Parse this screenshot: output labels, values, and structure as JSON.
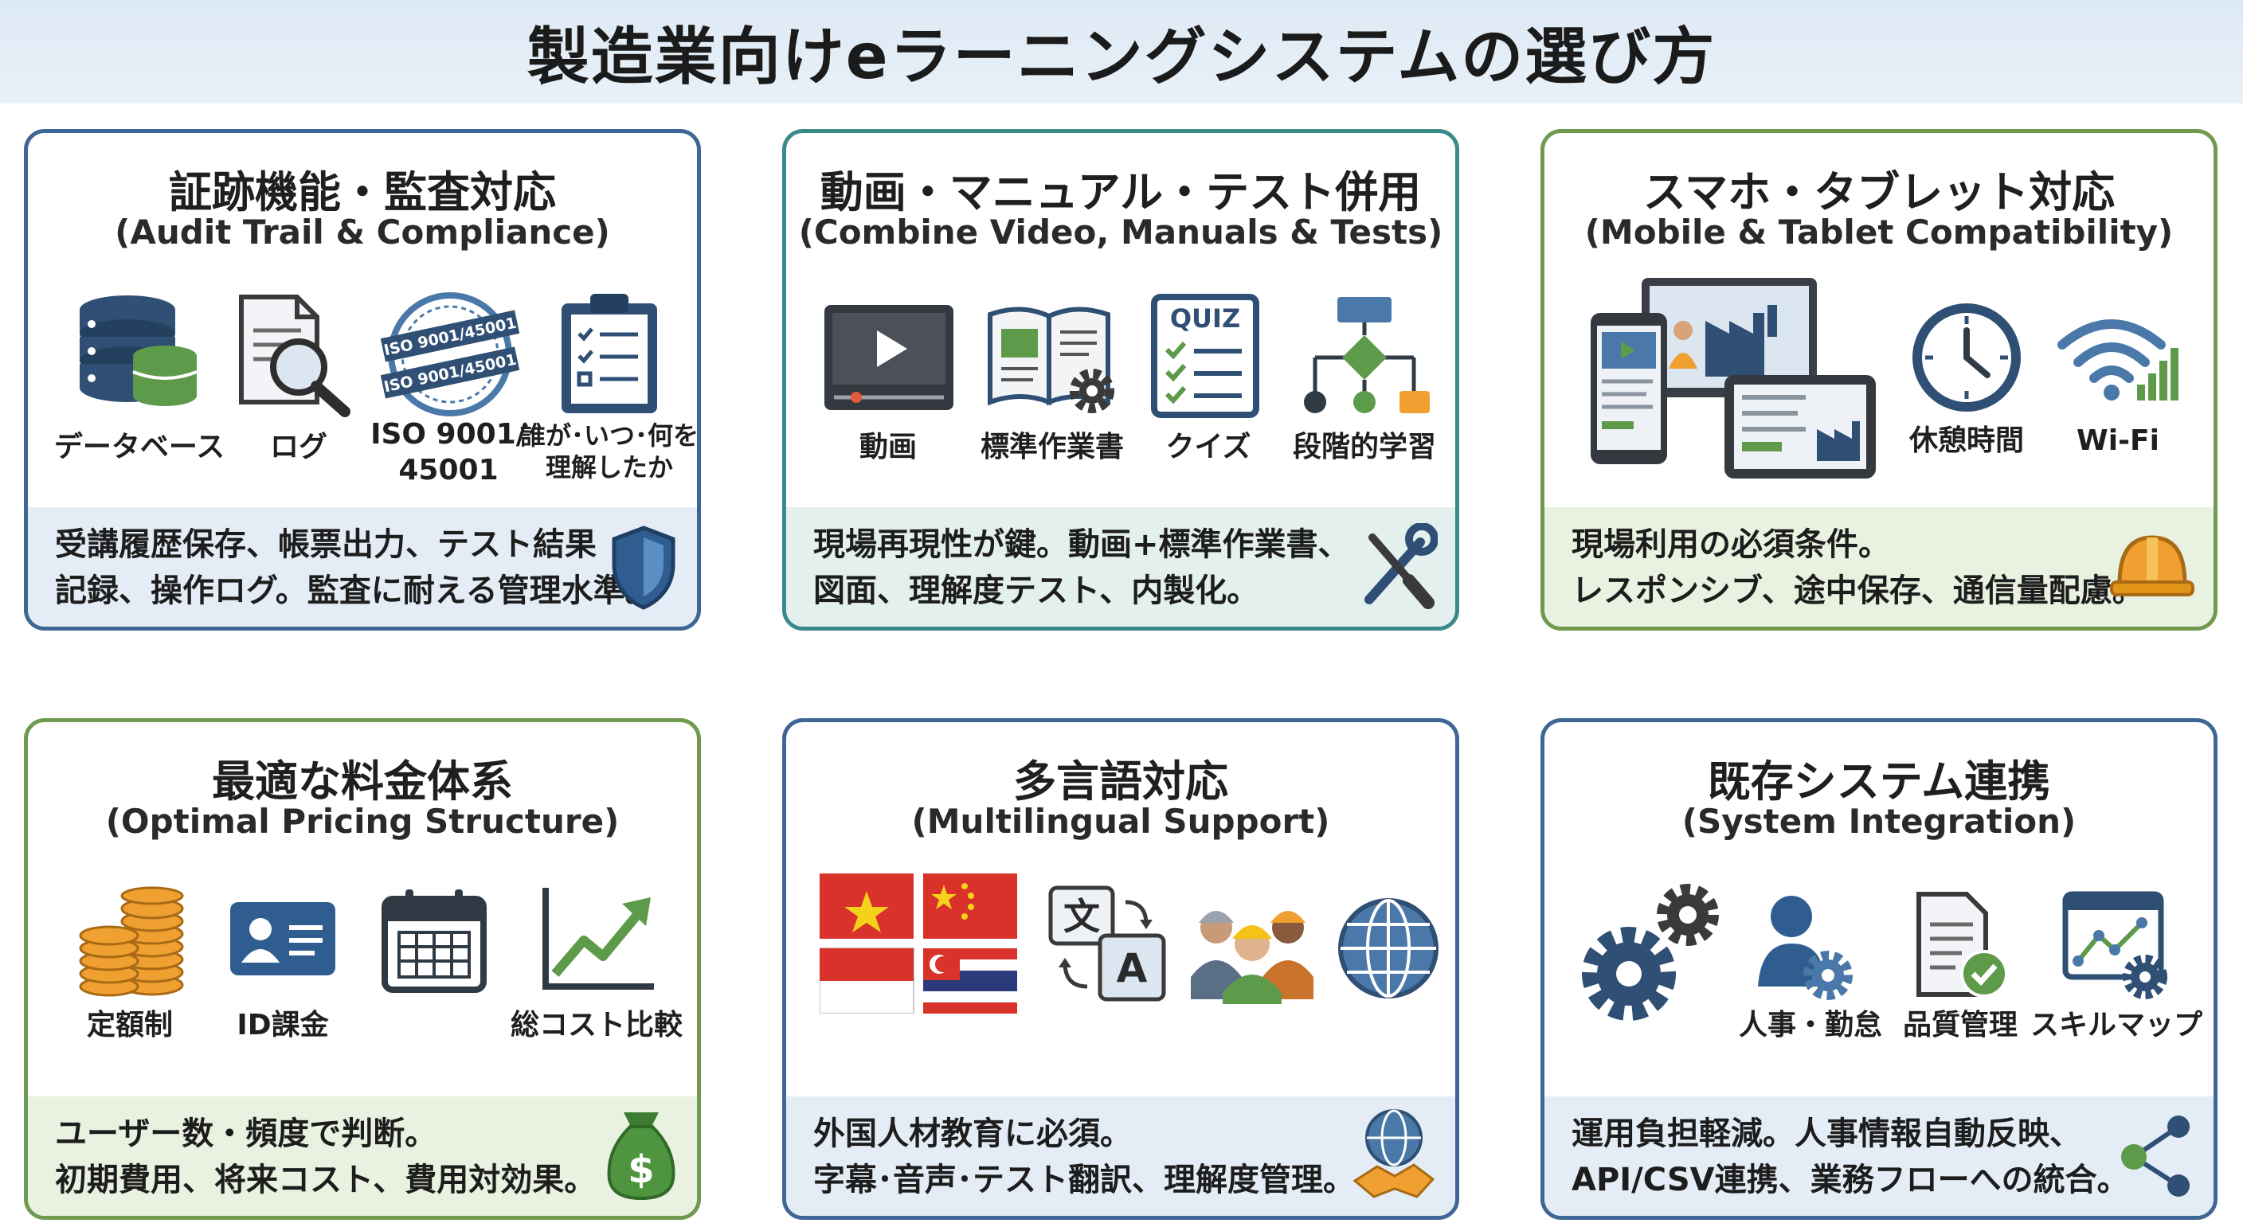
{
  "title": "製造業向けeラーニングシステムの選び方",
  "cards": [
    {
      "title": "証跡機能・監査対応",
      "subtitle": "(Audit Trail & Compliance)",
      "icons": [
        {
          "name": "database-icon",
          "label": "データベース"
        },
        {
          "name": "log-search-icon",
          "label": "ログ"
        },
        {
          "name": "iso-stamp-icon",
          "label": "ISO 9001/\n45001",
          "stamp_text": "ISO 9001/45001"
        },
        {
          "name": "clipboard-checklist-icon",
          "label": "誰が･いつ･何を\n理解したか"
        }
      ],
      "footer": [
        "受講履歴保存、帳票出力、テスト結果",
        "記録、操作ログ。監査に耐える管理水準。"
      ],
      "footer_icon": "shield-icon"
    },
    {
      "title": "動画・マニュアル・テスト併用",
      "subtitle": "(Combine Video, Manuals & Tests)",
      "icons": [
        {
          "name": "video-player-icon",
          "label": "動画"
        },
        {
          "name": "manual-book-gear-icon",
          "label": "標準作業書"
        },
        {
          "name": "quiz-icon",
          "label": "クイズ",
          "badge": "QUIZ"
        },
        {
          "name": "flowchart-icon",
          "label": "段階的学習"
        }
      ],
      "footer": [
        "現場再現性が鍵。動画+標準作業書、",
        "図面、理解度テスト、内製化。"
      ],
      "footer_icon": "wrench-screwdriver-icon"
    },
    {
      "title": "スマホ・タブレット対応",
      "subtitle": "(Mobile & Tablet Compatibility)",
      "icons": [
        {
          "name": "devices-factory-icon",
          "label": ""
        },
        {
          "name": "clock-icon",
          "label": "休憩時間"
        },
        {
          "name": "wifi-icon",
          "label": "Wi-Fi"
        }
      ],
      "footer": [
        "現場利用の必須条件。",
        "レスポンシブ、途中保存、通信量配慮。"
      ],
      "footer_icon": "hard-hat-icon"
    },
    {
      "title": "最適な料金体系",
      "subtitle": "(Optimal Pricing Structure)",
      "icons": [
        {
          "name": "coin-stack-icon",
          "label": "定額制"
        },
        {
          "name": "id-card-icon",
          "label": "ID課金"
        },
        {
          "name": "calendar-icon",
          "label": ""
        },
        {
          "name": "rising-chart-icon",
          "label": "総コスト比較"
        }
      ],
      "footer": [
        "ユーザー数・頻度で判断。",
        "初期費用、将来コスト、費用対効果。"
      ],
      "footer_icon": "money-bag-icon"
    },
    {
      "title": "多言語対応",
      "subtitle": "(Multilingual Support)",
      "icons": [
        {
          "name": "flags-icon",
          "label": ""
        },
        {
          "name": "translate-icon",
          "label": "",
          "glyph_a": "文",
          "glyph_b": "A"
        },
        {
          "name": "workers-icon",
          "label": ""
        },
        {
          "name": "globe-icon",
          "label": ""
        }
      ],
      "footer": [
        "外国人材教育に必須。",
        "字幕･音声･テスト翻訳、理解度管理。"
      ],
      "footer_icon": "globe-handshake-icon"
    },
    {
      "title": "既存システム連携",
      "subtitle": "(System Integration)",
      "icons": [
        {
          "name": "gears-icon",
          "label": ""
        },
        {
          "name": "hr-person-gear-icon",
          "label": "人事・勤怠"
        },
        {
          "name": "quality-doc-check-icon",
          "label": "品質管理"
        },
        {
          "name": "skill-map-icon",
          "label": "スキルマップ"
        }
      ],
      "footer": [
        "運用負担軽減。人事情報自動反映、",
        "API/CSV連携、業務フローへの統合。"
      ],
      "footer_icon": "share-nodes-icon"
    }
  ],
  "colors": {
    "navy": "#2f4f74",
    "blue": "#4a78a8",
    "green": "#5d9a4a",
    "orange": "#f0a030",
    "red": "#d8322a"
  }
}
